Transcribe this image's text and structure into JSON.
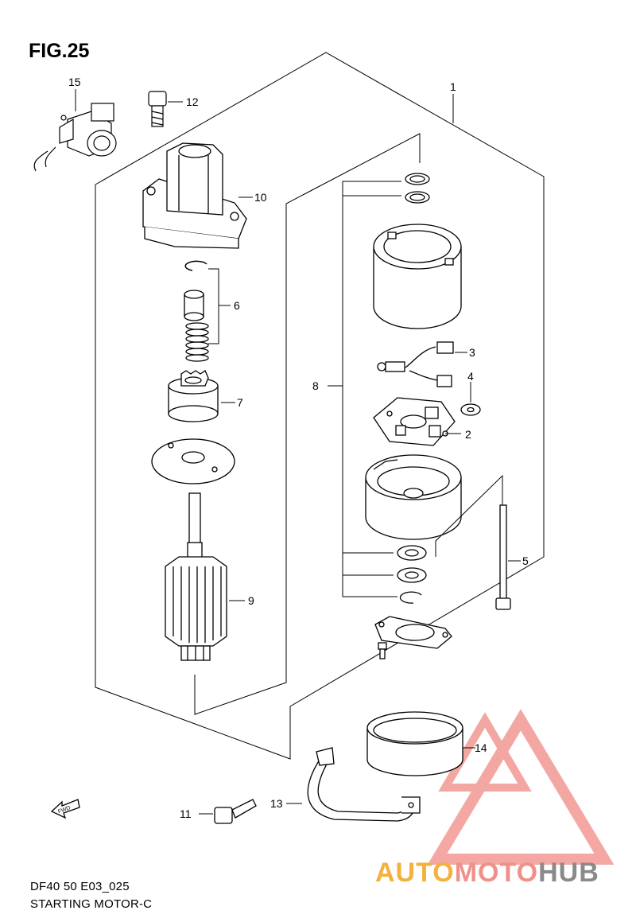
{
  "figure": {
    "title": "FIG.25",
    "model_code": "DF40 50 E03_025",
    "subtitle": "STARTING MOTOR-C"
  },
  "callouts": {
    "c1": "1",
    "c2": "2",
    "c3": "3",
    "c4": "4",
    "c5": "5",
    "c6": "6",
    "c7": "7",
    "c8": "8",
    "c9": "9",
    "c10": "10",
    "c11": "11",
    "c12": "12",
    "c13": "13",
    "c14": "14",
    "c15": "15"
  },
  "fwd_arrow": {
    "text": "FWD",
    "icon": "fwd-arrow-icon"
  },
  "watermark": {
    "part1": "AUTO",
    "part2": "MOTO",
    "part3": "HUB",
    "colors": {
      "auto": "#f3b13d",
      "moto": "#f0908a",
      "hub": "#8a8a8a",
      "triangle": "#f08a84"
    }
  }
}
